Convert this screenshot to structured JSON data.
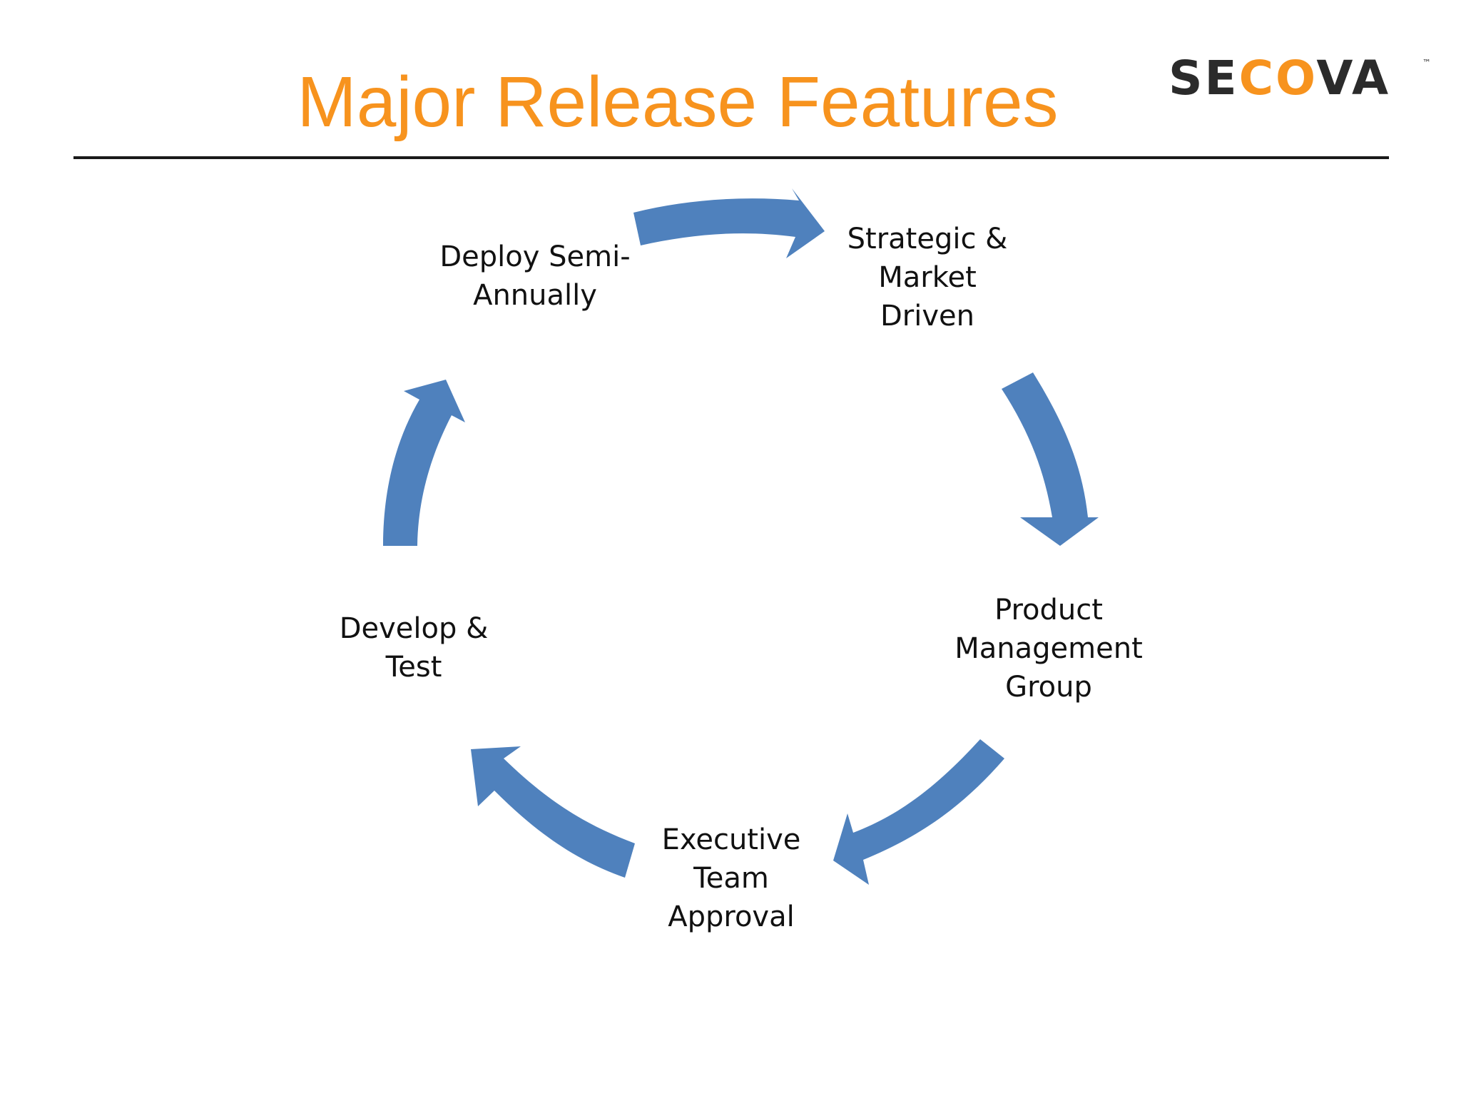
{
  "title": "Major Release Features",
  "logo": {
    "text_part1": "SE",
    "text_part2": "CO",
    "text_part3": "VA",
    "trademark": "™",
    "dark_color": "#2b2b2b",
    "accent_color": "#f7931e"
  },
  "colors": {
    "title": "#f7931e",
    "arrow": "#4f81bd",
    "rule": "#1a1a1a"
  },
  "cycle": {
    "steps": [
      {
        "label": "Strategic &\nMarket\nDriven"
      },
      {
        "label": "Product\nManagement\nGroup"
      },
      {
        "label": "Executive\nTeam\nApproval"
      },
      {
        "label": "Develop &\nTest"
      },
      {
        "label": "Deploy Semi-\nAnnually"
      }
    ]
  }
}
